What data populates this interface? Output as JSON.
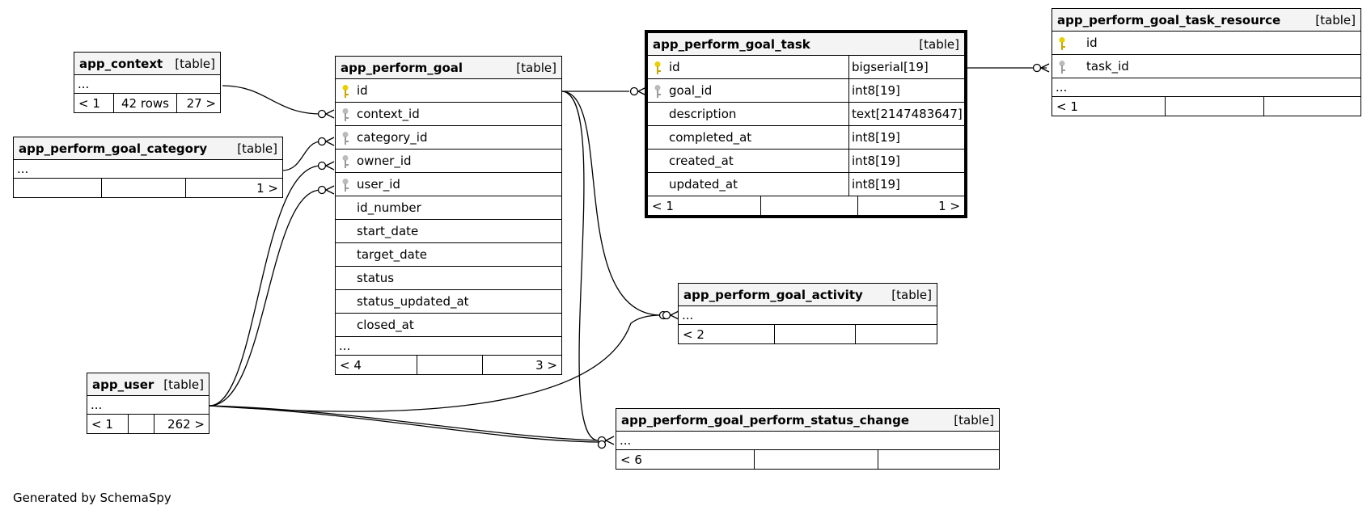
{
  "footer_text": "Generated by SchemaSpy",
  "tables": {
    "app_context": {
      "name": "app_context",
      "type": "[table]",
      "ellipsis": "...",
      "foot": [
        "< 1",
        "42 rows",
        "27 >"
      ]
    },
    "app_perform_goal_category": {
      "name": "app_perform_goal_category",
      "type": "[table]",
      "ellipsis": "...",
      "foot": [
        "",
        "",
        "1 >"
      ]
    },
    "app_perform_goal": {
      "name": "app_perform_goal",
      "type": "[table]",
      "columns": [
        "id",
        "context_id",
        "category_id",
        "owner_id",
        "user_id",
        "id_number",
        "start_date",
        "target_date",
        "status",
        "status_updated_at",
        "closed_at"
      ],
      "ellipsis": "...",
      "foot": [
        "< 4",
        "",
        "3 >"
      ]
    },
    "app_perform_goal_task": {
      "name": "app_perform_goal_task",
      "type": "[table]",
      "columns": [
        {
          "name": "id",
          "type": "bigserial[19]"
        },
        {
          "name": "goal_id",
          "type": "int8[19]"
        },
        {
          "name": "description",
          "type": "text[2147483647]"
        },
        {
          "name": "completed_at",
          "type": "int8[19]"
        },
        {
          "name": "created_at",
          "type": "int8[19]"
        },
        {
          "name": "updated_at",
          "type": "int8[19]"
        }
      ],
      "foot": [
        "< 1",
        "",
        "1 >"
      ]
    },
    "app_perform_goal_task_resource": {
      "name": "app_perform_goal_task_resource",
      "type": "[table]",
      "columns": [
        "id",
        "task_id"
      ],
      "ellipsis": "...",
      "foot": [
        "< 1",
        "",
        ""
      ]
    },
    "app_perform_goal_activity": {
      "name": "app_perform_goal_activity",
      "type": "[table]",
      "ellipsis": "...",
      "foot": [
        "< 2",
        "",
        ""
      ]
    },
    "app_user": {
      "name": "app_user",
      "type": "[table]",
      "ellipsis": "...",
      "foot": [
        "< 1",
        "",
        "262 >"
      ]
    },
    "app_perform_goal_perform_status_change": {
      "name": "app_perform_goal_perform_status_change",
      "type": "[table]",
      "ellipsis": "...",
      "foot": [
        "< 6",
        "",
        ""
      ]
    }
  },
  "icons": {
    "primary_key": "gold-key-icon",
    "foreign_key": "gray-key-icon"
  },
  "colors": {
    "header_bg": "#f4f4f4",
    "primary_key": "#e8d000",
    "foreign_key": "#aaaaaa",
    "line": "#000000"
  }
}
